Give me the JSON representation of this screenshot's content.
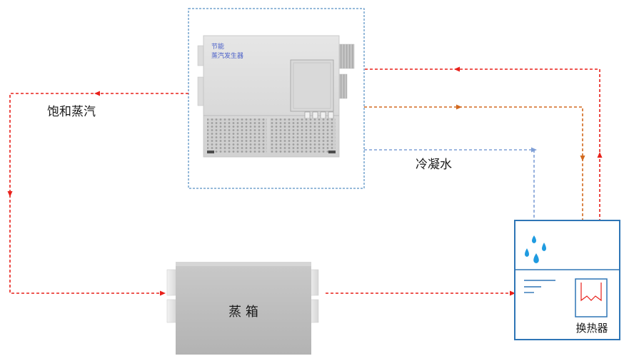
{
  "labels": {
    "saturated_steam": "饱和蒸汽",
    "condensate": "冷凝水",
    "steam_box": "蒸 箱",
    "heat_exchanger": "换热器"
  },
  "generator_panel_text": {
    "line1": "节能",
    "line2": "蒸汽发生器"
  },
  "colors": {
    "red_pipe": "#e8201a",
    "orange_pipe": "#d2691e",
    "blue_pipe": "#7f9fd6",
    "tank_border": "#2e75b6",
    "water_drop": "#1f9be0",
    "frame_dashed": "#2e75b6"
  },
  "icons": {
    "water_drops": "water-drops-icon",
    "heat_coil": "heat-coil-icon"
  }
}
